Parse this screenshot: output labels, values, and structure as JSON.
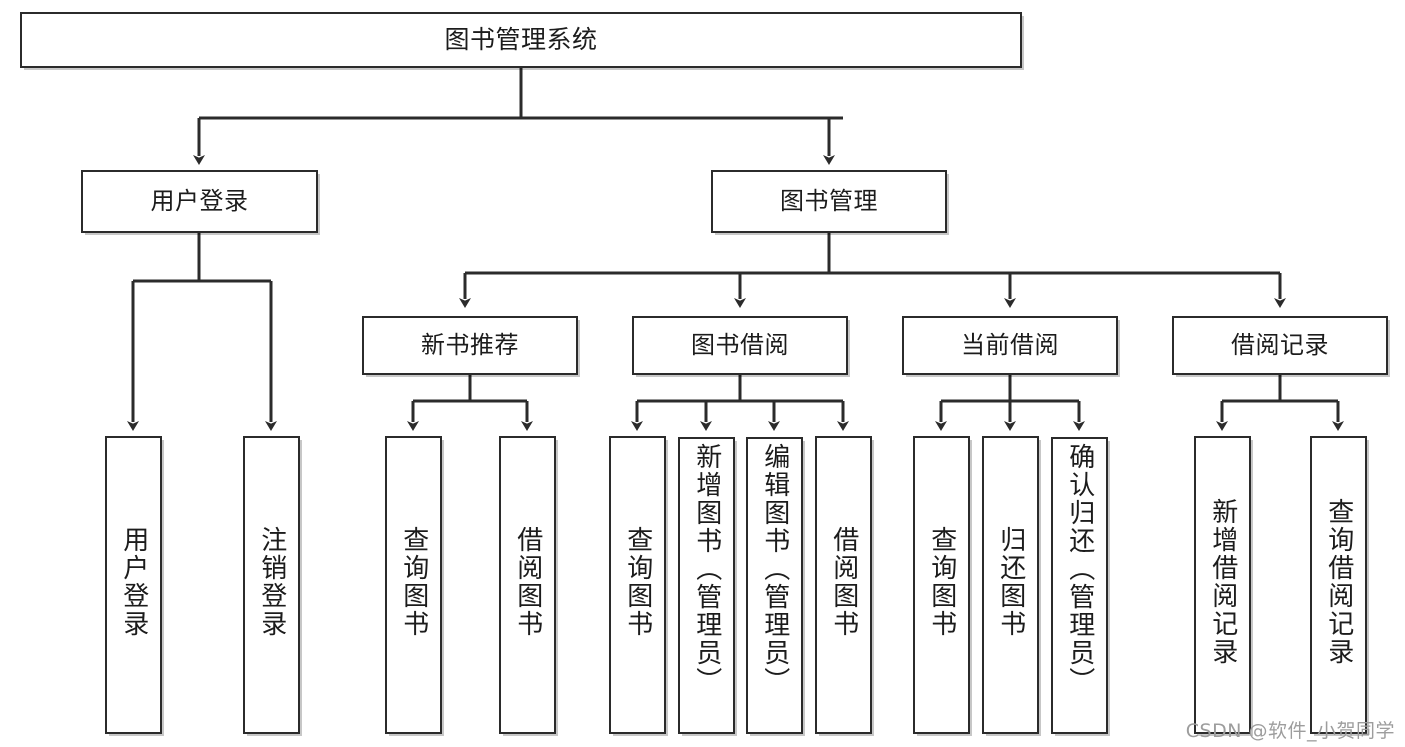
{
  "diagram": {
    "title": "图书管理系统",
    "root": {
      "label": "图书管理系统"
    },
    "level2": [
      {
        "label": "用户登录"
      },
      {
        "label": "图书管理"
      }
    ],
    "level3": [
      {
        "label": "新书推荐"
      },
      {
        "label": "图书借阅"
      },
      {
        "label": "当前借阅"
      },
      {
        "label": "借阅记录"
      }
    ],
    "leaves": [
      {
        "label": "用户登录",
        "parent": "用户登录"
      },
      {
        "label": "注销登录",
        "parent": "用户登录"
      },
      {
        "label": "查询图书",
        "parent": "新书推荐"
      },
      {
        "label": "借阅图书",
        "parent": "新书推荐"
      },
      {
        "label": "查询图书",
        "parent": "图书借阅"
      },
      {
        "label": "新增图书（管理员）",
        "parent": "图书借阅"
      },
      {
        "label": "编辑图书（管理员）",
        "parent": "图书借阅"
      },
      {
        "label": "借阅图书",
        "parent": "图书借阅"
      },
      {
        "label": "查询图书",
        "parent": "当前借阅"
      },
      {
        "label": "归还图书",
        "parent": "当前借阅"
      },
      {
        "label": "确认归还（管理员）",
        "parent": "当前借阅"
      },
      {
        "label": "新增借阅记录",
        "parent": "借阅记录"
      },
      {
        "label": "查询借阅记录",
        "parent": "借阅记录"
      }
    ]
  },
  "watermark": {
    "text": "CSDN @软件_小贺同学"
  },
  "colors": {
    "stroke": "#2b2b2b",
    "background": "#ffffff",
    "text": "#1c1c1c",
    "watermark": "#9d9d9d"
  }
}
